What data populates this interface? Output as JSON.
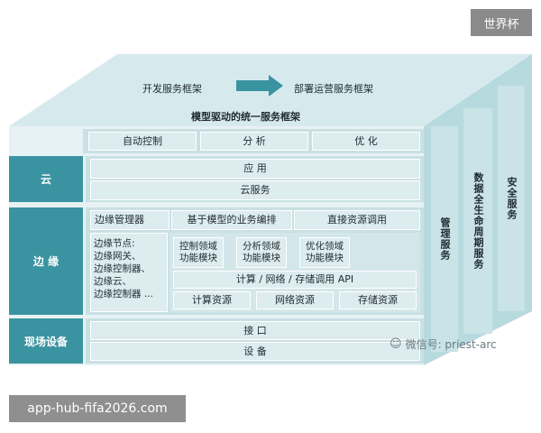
{
  "watermark_corner": "世界杯",
  "watermark_url": "app-hub-fifa2026.com",
  "watermark_wechat": "微信号: priest-arc",
  "top": {
    "dev_framework": "开发服务框架",
    "ops_framework": "部署运营服务框架",
    "model_framework": "模型驱动的统一服务框架",
    "items": [
      "自动控制",
      "分 析",
      "优 化"
    ]
  },
  "cloud": {
    "label": "云",
    "app": "应 用",
    "service": "云服务"
  },
  "edge": {
    "label": "边 缘",
    "manager": "边缘管理器",
    "orchestration": "基于模型的业务编排",
    "direct_call": "直接资源调用",
    "nodes": [
      "边缘节点:",
      "边缘网关、",
      "边缘控制器、",
      "边缘云、",
      "边缘控制器 ..."
    ],
    "modules": [
      "控制领域\n功能模块",
      "分析领域\n功能模块",
      "优化领域\n功能模块"
    ],
    "api": "计算 / 网络 / 存储调用 API",
    "resources": [
      "计算资源",
      "网络资源",
      "存储资源"
    ]
  },
  "field": {
    "label": "现场设备",
    "interface": "接 口",
    "device": "设 备"
  },
  "side": {
    "mgmt": "管理服务",
    "lifecycle": "数据全生命周期服务",
    "security": "安全服务"
  },
  "colors": {
    "label_dark": "#3a93a0",
    "box_light": "#dcecef",
    "band": "#c9e0e4",
    "side_face": "#a9d0d6"
  }
}
